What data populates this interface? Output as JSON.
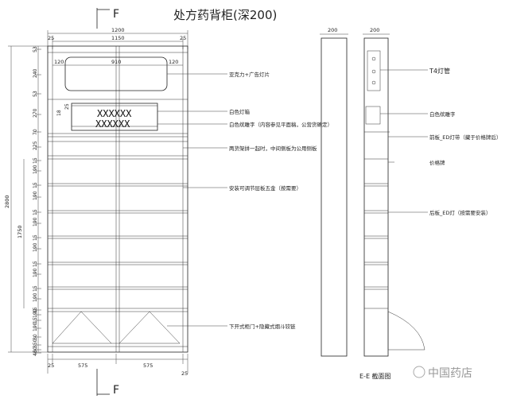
{
  "title": "处方药背柜(深200)",
  "section_mark": "F",
  "front": {
    "width_total": "1200",
    "width_inner": "1150",
    "edge_left": "25",
    "edge_right": "25",
    "lightbox_left": "120",
    "lightbox_mid": "910",
    "lightbox_right": "120",
    "sign_text_1": "XXXXXX",
    "sign_text_2": "XXXXXX",
    "sign_dim_a": "18",
    "sign_dim_b": "25",
    "bottom_left": "575",
    "bottom_right": "575",
    "bottom_edge_left": "25",
    "bottom_edge_right": "25"
  },
  "vertical_dims": {
    "total": "2800",
    "shelf_zone": "1750",
    "segments": [
      "53",
      "240",
      "53",
      "270",
      "70",
      "225",
      "15",
      "190",
      "15",
      "190",
      "15",
      "190",
      "15",
      "190",
      "15",
      "190",
      "15",
      "190",
      "15",
      "190",
      "15",
      "190",
      "30",
      "350",
      "50",
      "40"
    ]
  },
  "annotations": [
    "亚克力+广告灯片",
    "白色灯箱",
    "白色缤雕字（内容参见平面稿，公营货确定）",
    "两货架拼一起时，中间侧板为公用侧板",
    "安装可调节层板五金（按需要）",
    "下开式柜门+隐藏式烟斗铰链"
  ],
  "side": {
    "depth": "200",
    "depth_right": "200",
    "section_label": "E-E 截面图"
  },
  "side_annotations": [
    "T4灯管",
    "白色缤雕字",
    "前板_ED灯带（藏于价格牌后）",
    "价格牌",
    "后板_ED灯（按需要安装）"
  ],
  "watermark": "中国药店"
}
